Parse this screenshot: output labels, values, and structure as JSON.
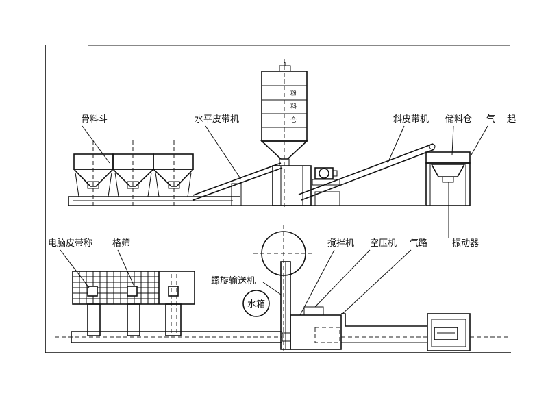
{
  "labels": {
    "aggregate_hopper": "骨料斗",
    "horizontal_belt": "水平皮带机",
    "inclined_belt": "斜皮带机",
    "storage_bin": "储料仓",
    "air": "气",
    "air_cut": "起",
    "powder_silo_1": "粉",
    "powder_silo_2": "料",
    "powder_silo_3": "仓",
    "vibrator": "振动器",
    "belt_scale": "电脑皮带称",
    "grid_screen": "格筛",
    "mixer": "搅拌机",
    "compressor": "空压机",
    "air_line": "气路",
    "screw_conveyor": "螺旋输送机",
    "water_tank": "水箱"
  },
  "colors": {
    "line": "#111111",
    "background": "#ffffff"
  }
}
